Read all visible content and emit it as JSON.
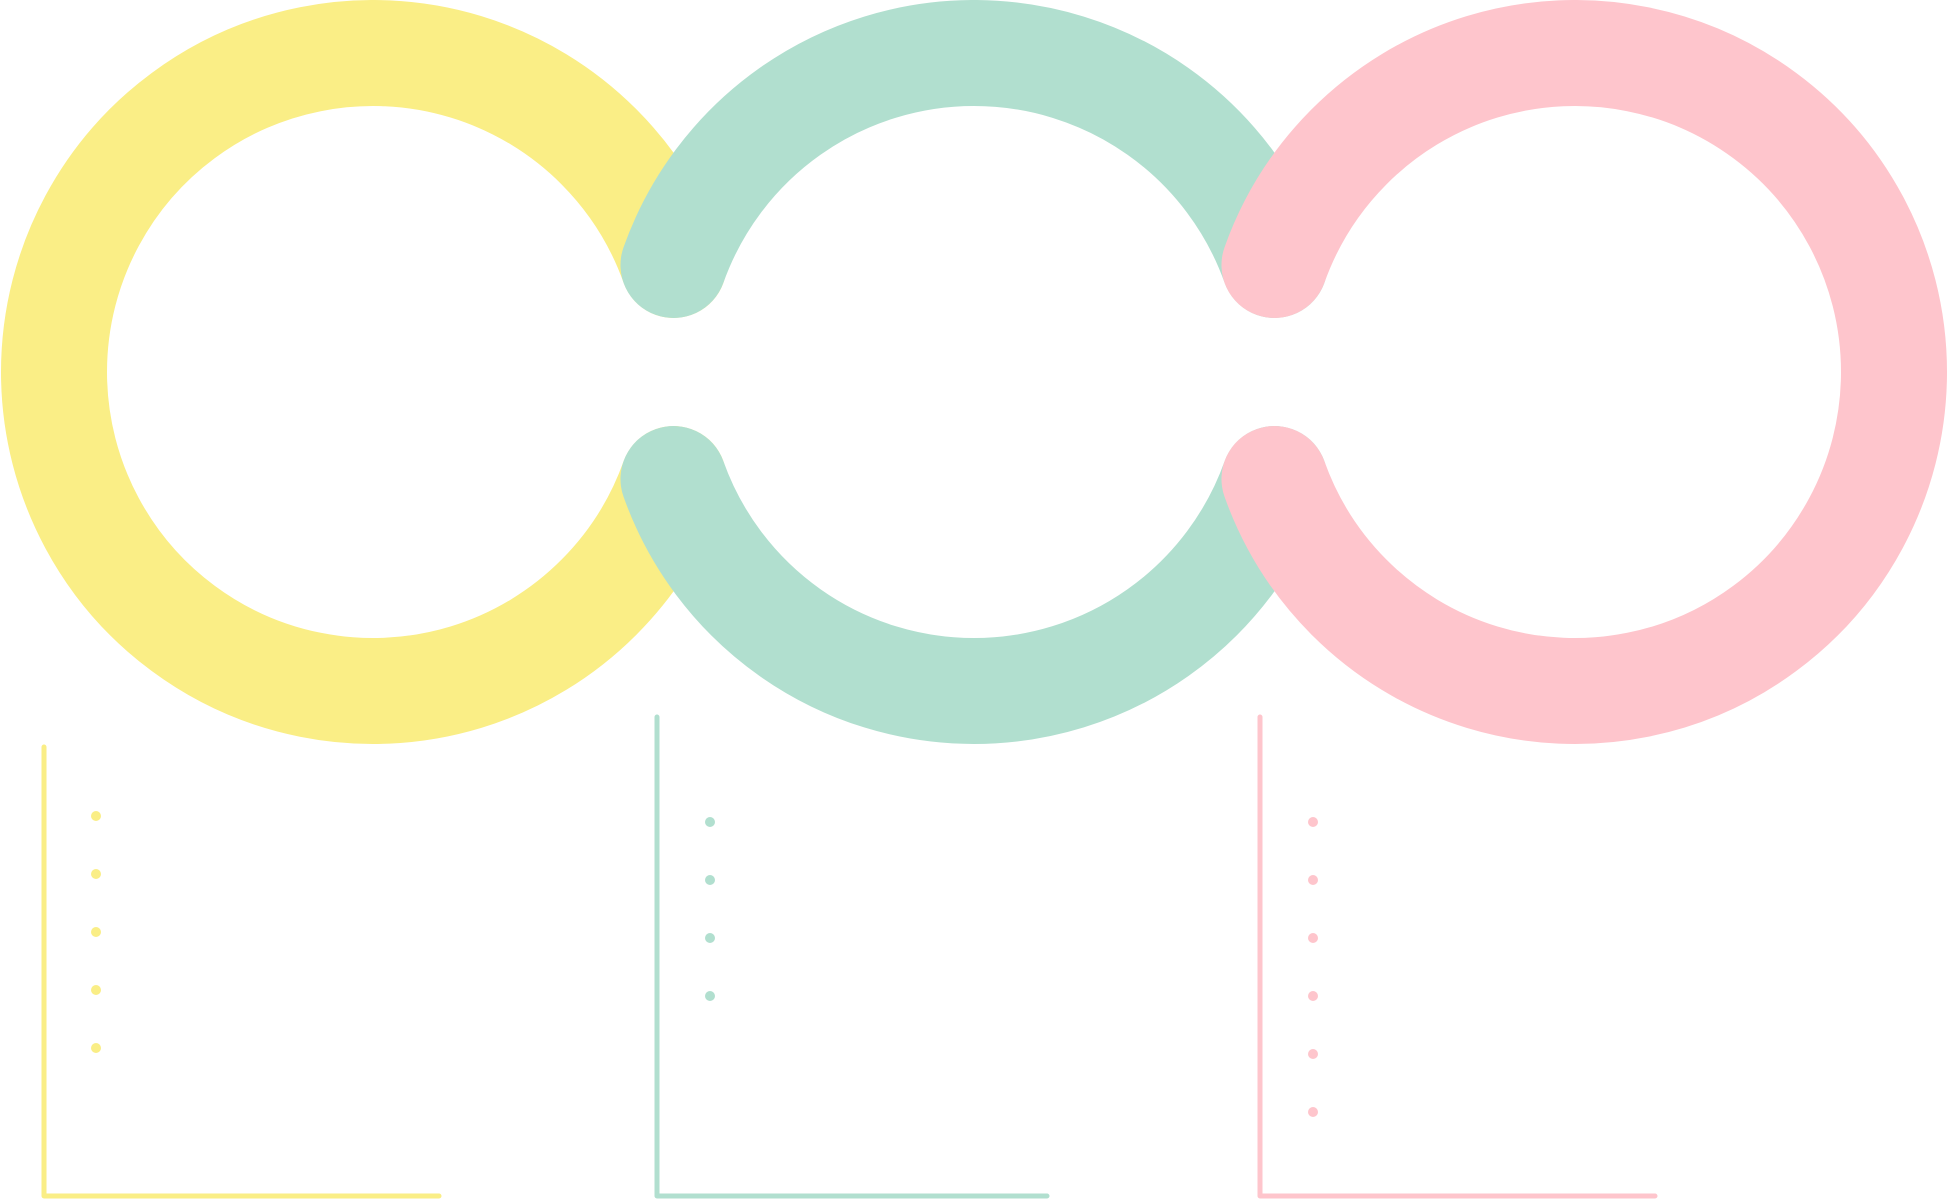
{
  "diagram": {
    "title": "",
    "rings": [
      {
        "id": "ring-1",
        "color": "#FAEE86",
        "shape": "open-ring",
        "gap_side": "right"
      },
      {
        "id": "ring-2",
        "color": "#B1DFCF",
        "shape": "two-arcs",
        "gap_side": "both"
      },
      {
        "id": "ring-3",
        "color": "#FEC5CC",
        "shape": "open-ring",
        "gap_side": "left"
      }
    ],
    "panels": [
      {
        "id": "panel-1",
        "color": "#FAEE86",
        "bullet_count": 5,
        "bullets": [
          "",
          "",
          "",
          "",
          ""
        ]
      },
      {
        "id": "panel-2",
        "color": "#B1DFCF",
        "bullet_count": 4,
        "bullets": [
          "",
          "",
          "",
          ""
        ]
      },
      {
        "id": "panel-3",
        "color": "#FEC5CC",
        "bullet_count": 6,
        "bullets": [
          "",
          "",
          "",
          "",
          "",
          ""
        ]
      }
    ]
  },
  "colors": {
    "yellow": "#FAEE86",
    "green": "#B1DFCF",
    "pink": "#FEC5CC",
    "background": "#FFFFFF"
  }
}
